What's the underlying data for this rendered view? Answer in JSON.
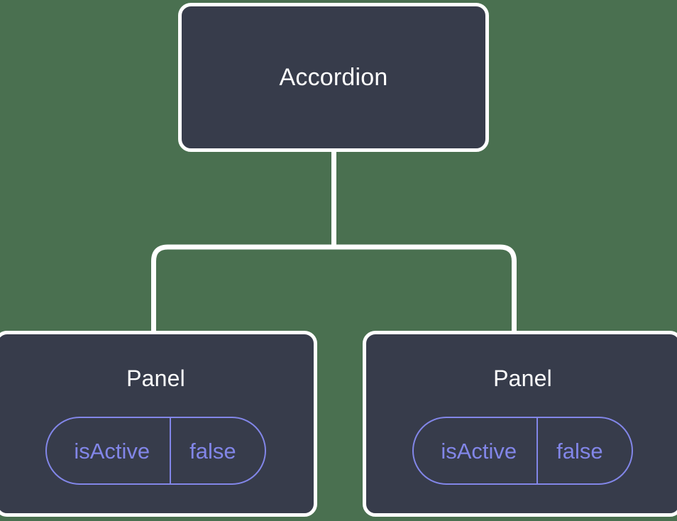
{
  "diagram": {
    "type": "component-tree",
    "background_color": "#4a7050",
    "node_fill_color": "#373c4b",
    "node_border_color": "#ffffff",
    "connector_color": "#ffffff",
    "prop_accent_color": "#8286e8",
    "root": {
      "label": "Accordion"
    },
    "children": [
      {
        "label": "Panel",
        "props": [
          {
            "key": "isActive",
            "value": "false"
          }
        ]
      },
      {
        "label": "Panel",
        "props": [
          {
            "key": "isActive",
            "value": "false"
          }
        ]
      }
    ]
  }
}
